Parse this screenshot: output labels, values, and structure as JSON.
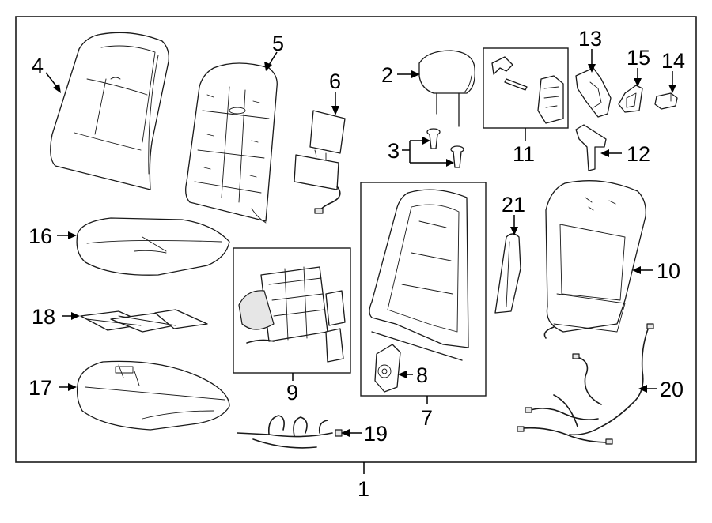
{
  "callouts": {
    "c1": "1",
    "c2": "2",
    "c3": "3",
    "c4": "4",
    "c5": "5",
    "c6": "6",
    "c7": "7",
    "c8": "8",
    "c9": "9",
    "c10": "10",
    "c11": "11",
    "c12": "12",
    "c13": "13",
    "c14": "14",
    "c15": "15",
    "c16": "16",
    "c17": "17",
    "c18": "18",
    "c19": "19",
    "c20": "20",
    "c21": "21"
  },
  "colors": {
    "line": "#1a1a1a",
    "background": "#ffffff",
    "shade": "#e6e6e6"
  }
}
